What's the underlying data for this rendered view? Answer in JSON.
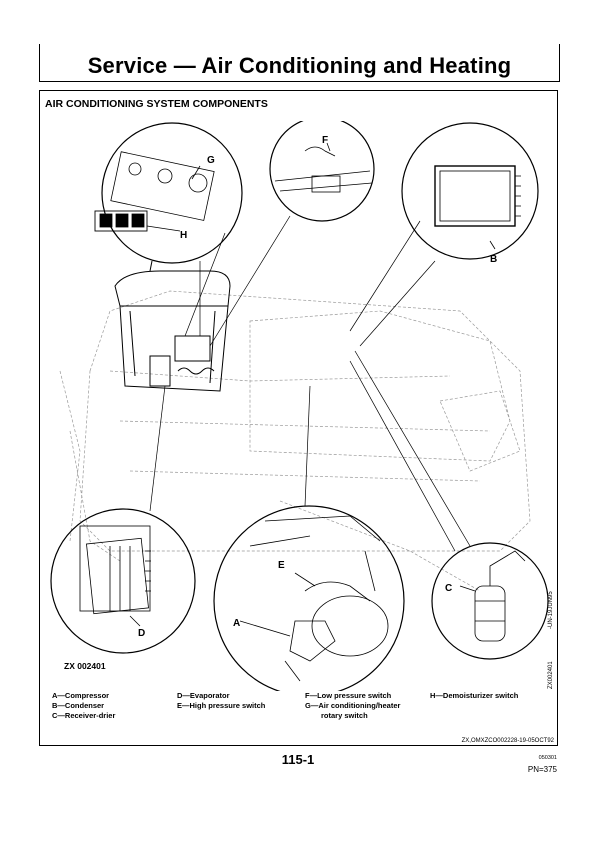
{
  "header": {
    "title": "Service — Air Conditioning and Heating"
  },
  "section": {
    "heading": "AIR CONDITIONING SYSTEM COMPONENTS"
  },
  "figure": {
    "code": "ZX 002401",
    "side_code_1": "-UN-19JUN95",
    "side_code_2": "ZX002401",
    "callouts": [
      "A",
      "B",
      "C",
      "D",
      "E",
      "F",
      "G",
      "H"
    ]
  },
  "legend": {
    "col1": [
      "A—Compressor",
      "B—Condenser",
      "C—Receiver-drier"
    ],
    "col2": [
      "D—Evaporator",
      "E—High pressure switch"
    ],
    "col3": [
      "F—Low pressure switch",
      "G—Air conditioning/heater",
      "rotary switch"
    ],
    "col4": [
      "H—Demoisturizer switch"
    ]
  },
  "footer": {
    "doc_ref": "ZX,OMXZCO002228-19-05OCT92",
    "page_number": "115-1",
    "date_code": "050301",
    "pn": "PN=375"
  }
}
